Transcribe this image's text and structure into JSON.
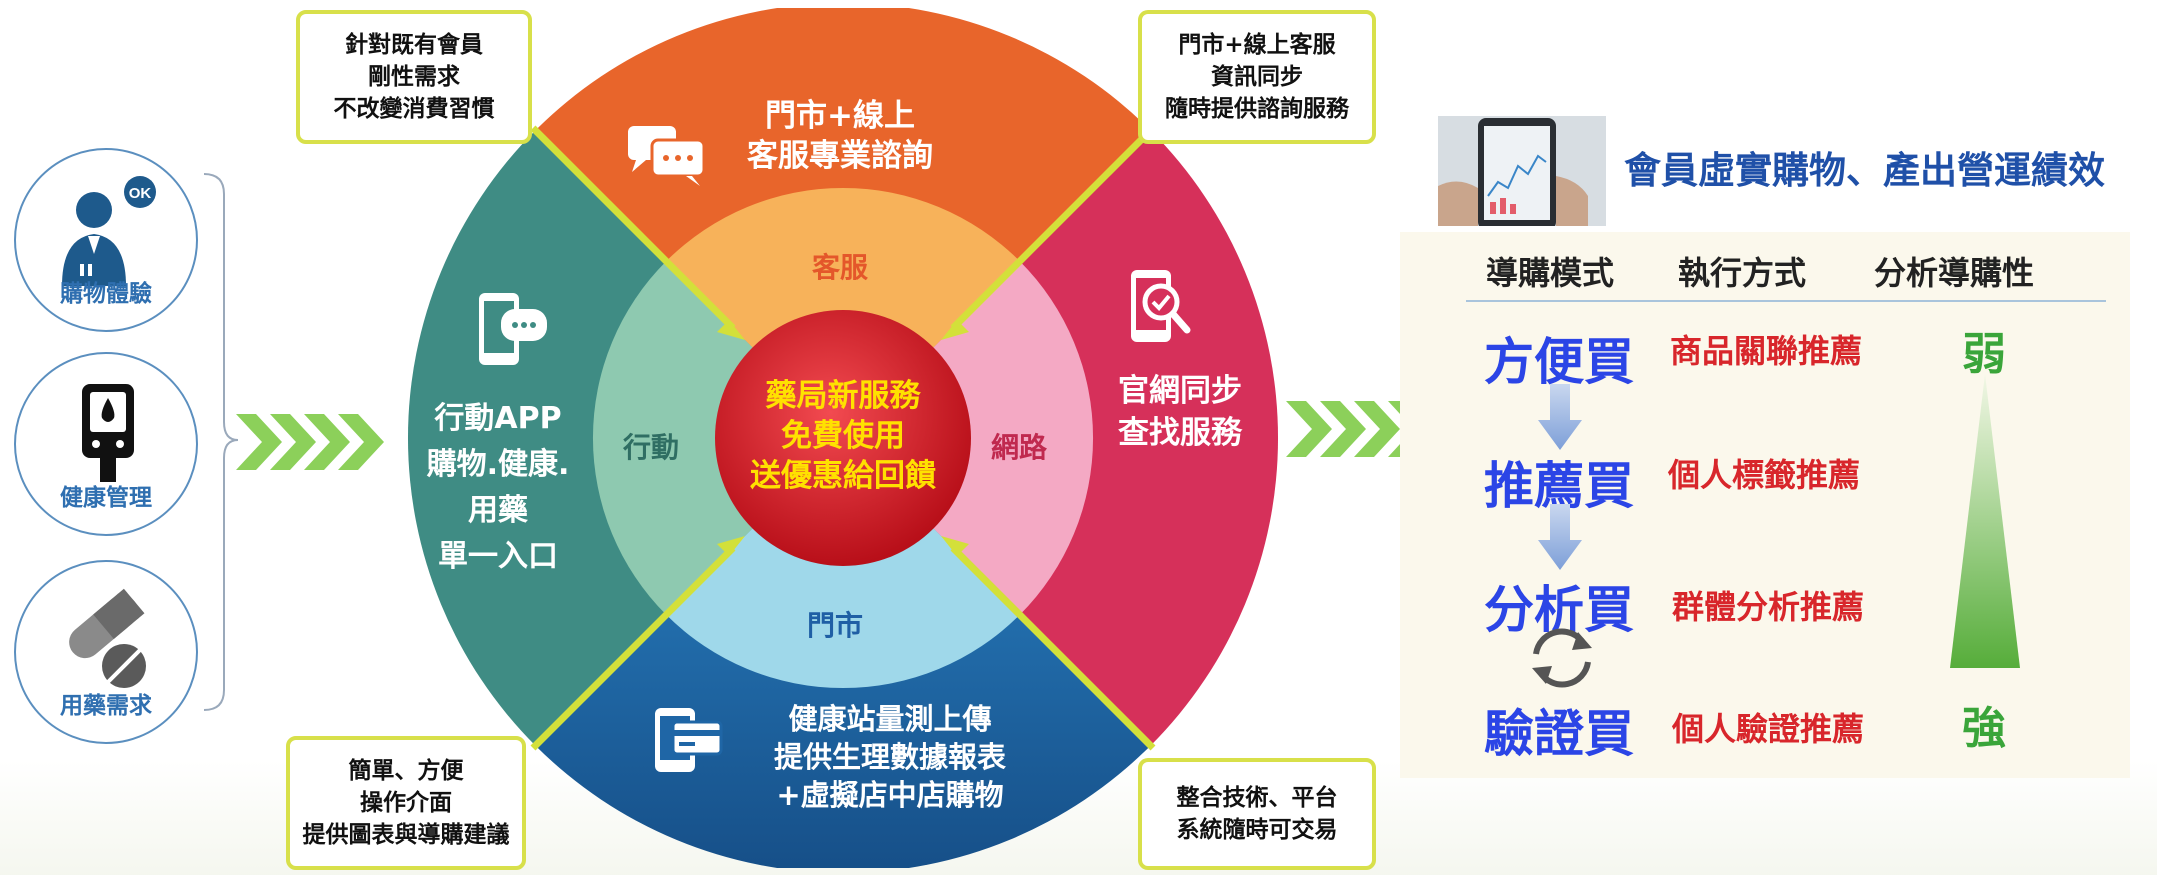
{
  "left_panel": {
    "items": [
      {
        "label": "購物體驗",
        "icon": "pharmacist-ok-icon"
      },
      {
        "label": "健康管理",
        "icon": "glucose-meter-icon"
      },
      {
        "label": "用藥需求",
        "icon": "pills-capsule-icon"
      }
    ]
  },
  "callouts": {
    "top_left": [
      "針對既有會員",
      "剛性需求",
      "不改變消費習慣"
    ],
    "top_right": [
      "門市+線上客服",
      "資訊同步",
      "隨時提供諮詢服務"
    ],
    "bottom_left": [
      "簡單、方便",
      "操作介面",
      "提供圖表與導購建議"
    ],
    "bottom_right": [
      "整合技術、平台",
      "系統隨時可交易"
    ]
  },
  "ring": {
    "top": {
      "title": [
        "門市+線上",
        "客服專業諮詢"
      ],
      "icon": "chat-bubbles-icon",
      "inner": "客服"
    },
    "left": {
      "title": [
        "行動APP",
        "購物.健康.",
        "用藥",
        "單一入口"
      ],
      "icon": "mobile-chat-icon",
      "inner": "行動"
    },
    "right": {
      "title": [
        "官網同步",
        "查找服務"
      ],
      "icon": "phone-search-icon",
      "inner": "網路"
    },
    "bottom": {
      "title": [
        "健康站量測上傳",
        "提供生理數據報表",
        "+虛擬店中店購物"
      ],
      "icon": "card-payment-icon",
      "inner": "門市"
    },
    "center": [
      "藥局新服務",
      "免費使用",
      "送優惠給回饋"
    ]
  },
  "right_panel": {
    "title": "會員虛實購物、產出營運績效",
    "headers": [
      "導購模式",
      "執行方式",
      "分析導購性"
    ],
    "rows": [
      {
        "mode": "方便買",
        "method": "商品關聯推薦"
      },
      {
        "mode": "推薦買",
        "method": "個人標籤推薦"
      },
      {
        "mode": "分析買",
        "method": "群體分析推薦"
      },
      {
        "mode": "驗證買",
        "method": "個人驗證推薦"
      }
    ],
    "weak_label": "弱",
    "strong_label": "強"
  },
  "colors": {
    "top_segment": "#e8632a",
    "left_segment": "#3f8c84",
    "right_segment": "#d6305a",
    "bottom_segment": "#1f66a6",
    "center": "#d4141f",
    "center_text": "#ffe100",
    "connector": "#d3e03a",
    "mode_text": "#2b45e6",
    "method_text": "#d8262b",
    "strength_text": "#3aa53a"
  }
}
